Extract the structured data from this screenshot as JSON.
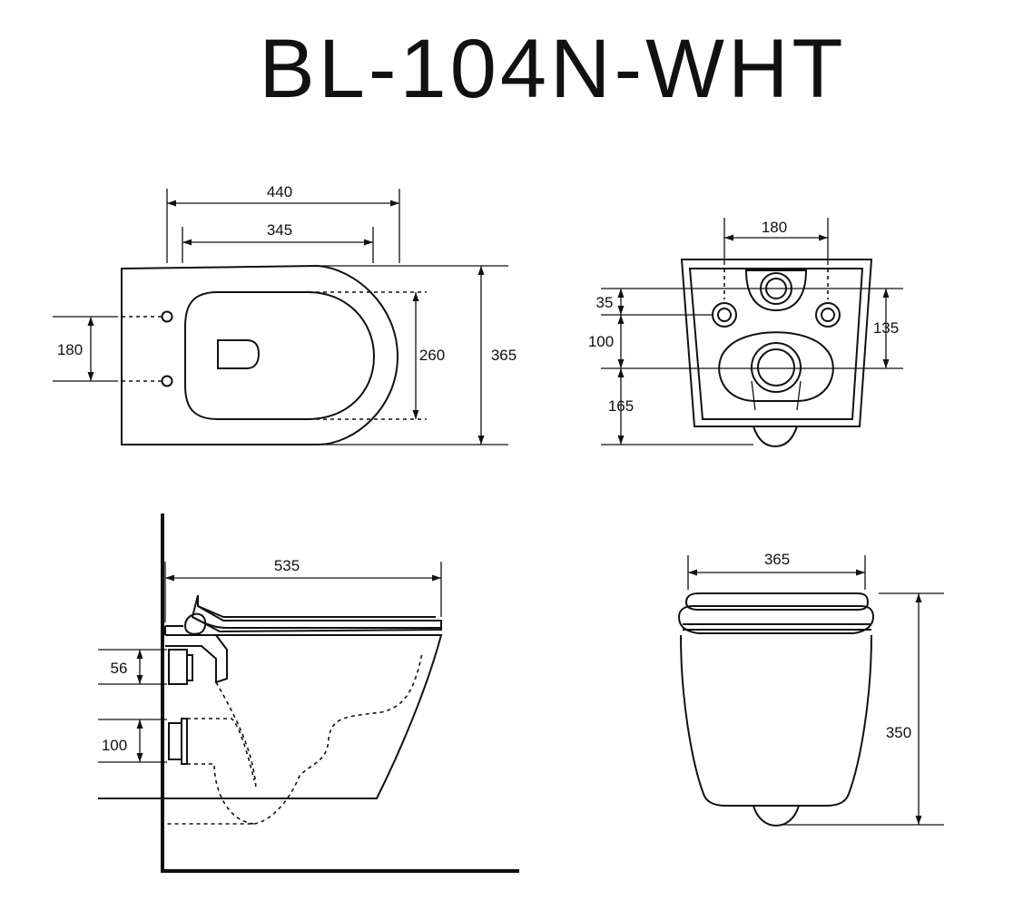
{
  "title": "BL-104N-WHT",
  "views": {
    "top": {
      "width_overall": "440",
      "width_inner": "345",
      "hole_spacing": "180",
      "seat_depth": "260",
      "overall_depth": "365"
    },
    "rear": {
      "hole_spacing": "180",
      "dim_35": "35",
      "dim_135": "135",
      "dim_100": "100",
      "dim_165": "165"
    },
    "side": {
      "length": "535",
      "dim_56": "56",
      "dim_100": "100"
    },
    "front": {
      "width": "365",
      "height": "350"
    }
  }
}
